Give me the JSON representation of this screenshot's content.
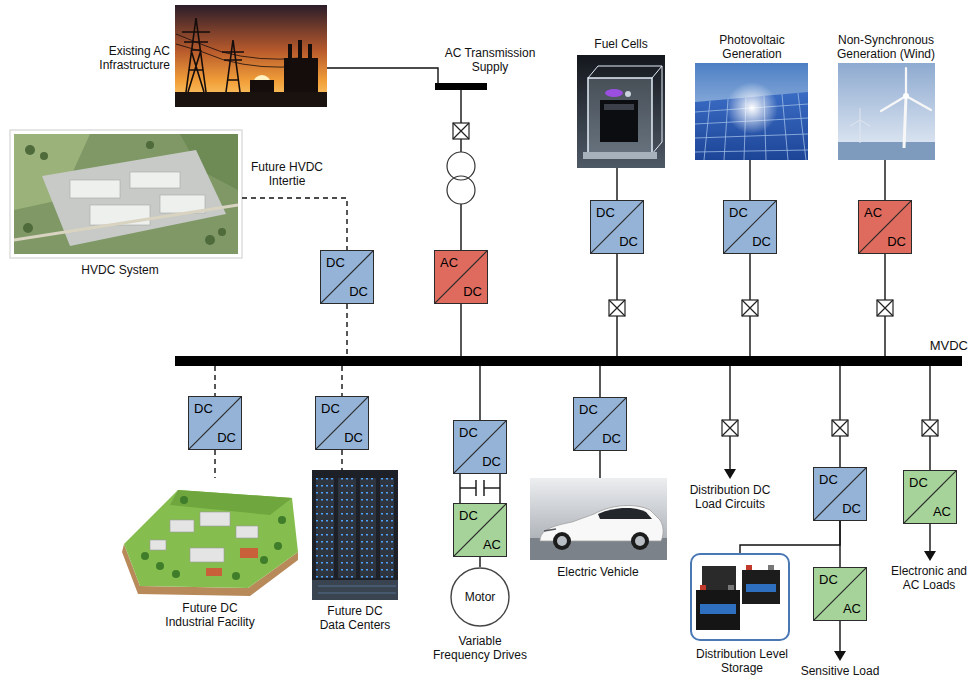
{
  "diagram": {
    "nodes": [
      {
        "text": [
          "Existing AC Infrastructure"
        ]
      },
      {
        "text": [
          "AC Transmission Supply"
        ]
      },
      {
        "text": [
          "Fuel Cells"
        ]
      },
      {
        "text": [
          "Photovoltaic Generation"
        ]
      },
      {
        "text": [
          "Non-Synchronous Generation (Wind)"
        ]
      },
      {
        "text": [
          "HVDC System"
        ]
      },
      {
        "text": [
          "DC",
          "DC"
        ]
      },
      {
        "text": [
          "AC",
          "DC"
        ]
      },
      {
        "text": [
          "DC",
          "DC"
        ]
      },
      {
        "text": [
          "DC",
          "DC"
        ]
      },
      {
        "text": [
          "AC",
          "DC"
        ]
      },
      {
        "text": [
          "MVDC"
        ]
      },
      {
        "text": [
          "DC",
          "DC"
        ]
      },
      {
        "text": [
          "DC",
          "DC"
        ]
      },
      {
        "text": [
          "DC",
          "DC"
        ]
      },
      {
        "text": [
          "DC",
          "AC"
        ]
      },
      {
        "text": [
          "DC",
          "DC"
        ]
      },
      {
        "text": [
          "DC",
          "DC"
        ]
      },
      {
        "text": [
          "DC",
          "AC"
        ]
      },
      {
        "text": [
          "DC",
          "AC"
        ]
      },
      {
        "text": [
          "Future DC Industrial Facility"
        ]
      },
      {
        "text": [
          "Future DC Data Centers"
        ]
      },
      {
        "text": [
          "Motor",
          "Variable Frequency Drives"
        ]
      },
      {
        "text": [
          "Electric Vehicle"
        ]
      },
      {
        "text": [
          "Distribution Level Storage"
        ]
      }
    ],
    "edges": [
      {
        "from": 0,
        "to": 1,
        "arrow": "none"
      },
      {
        "from": 1,
        "to": 7,
        "arrow": "none"
      },
      {
        "from": 2,
        "to": 8,
        "arrow": "none"
      },
      {
        "from": 3,
        "to": 9,
        "arrow": "none"
      },
      {
        "from": 4,
        "to": 10,
        "arrow": "none"
      },
      {
        "from": 5,
        "to": 6,
        "label": "Future HVDC Intertie",
        "arrow": "none"
      },
      {
        "from": 6,
        "to": 11,
        "arrow": "none"
      },
      {
        "from": 7,
        "to": 11,
        "arrow": "none"
      },
      {
        "from": 8,
        "to": 11,
        "arrow": "none"
      },
      {
        "from": 9,
        "to": 11,
        "arrow": "none"
      },
      {
        "from": 10,
        "to": 11,
        "arrow": "none"
      },
      {
        "from": 11,
        "to": 12,
        "arrow": "none"
      },
      {
        "from": 11,
        "to": 13,
        "arrow": "none"
      },
      {
        "from": 12,
        "to": 20,
        "arrow": "none"
      },
      {
        "from": 13,
        "to": 21,
        "arrow": "none"
      },
      {
        "from": 11,
        "to": 14,
        "arrow": "none"
      },
      {
        "from": 14,
        "to": 15,
        "arrow": "none"
      },
      {
        "from": 15,
        "to": 22,
        "arrow": "none"
      },
      {
        "from": 11,
        "to": 16,
        "arrow": "none"
      },
      {
        "from": 16,
        "to": 23,
        "arrow": "none"
      },
      {
        "from": 11,
        "to": 17,
        "arrow": "none"
      },
      {
        "from": 17,
        "to": 18,
        "arrow": "none"
      },
      {
        "from": 17,
        "to": 24,
        "arrow": "none"
      },
      {
        "from": 11,
        "to": 19,
        "arrow": "none"
      }
    ],
    "labels": [
      "Distribution DC Load Circuits",
      "Sensitive Load",
      "Electronic and AC Loads"
    ]
  }
}
